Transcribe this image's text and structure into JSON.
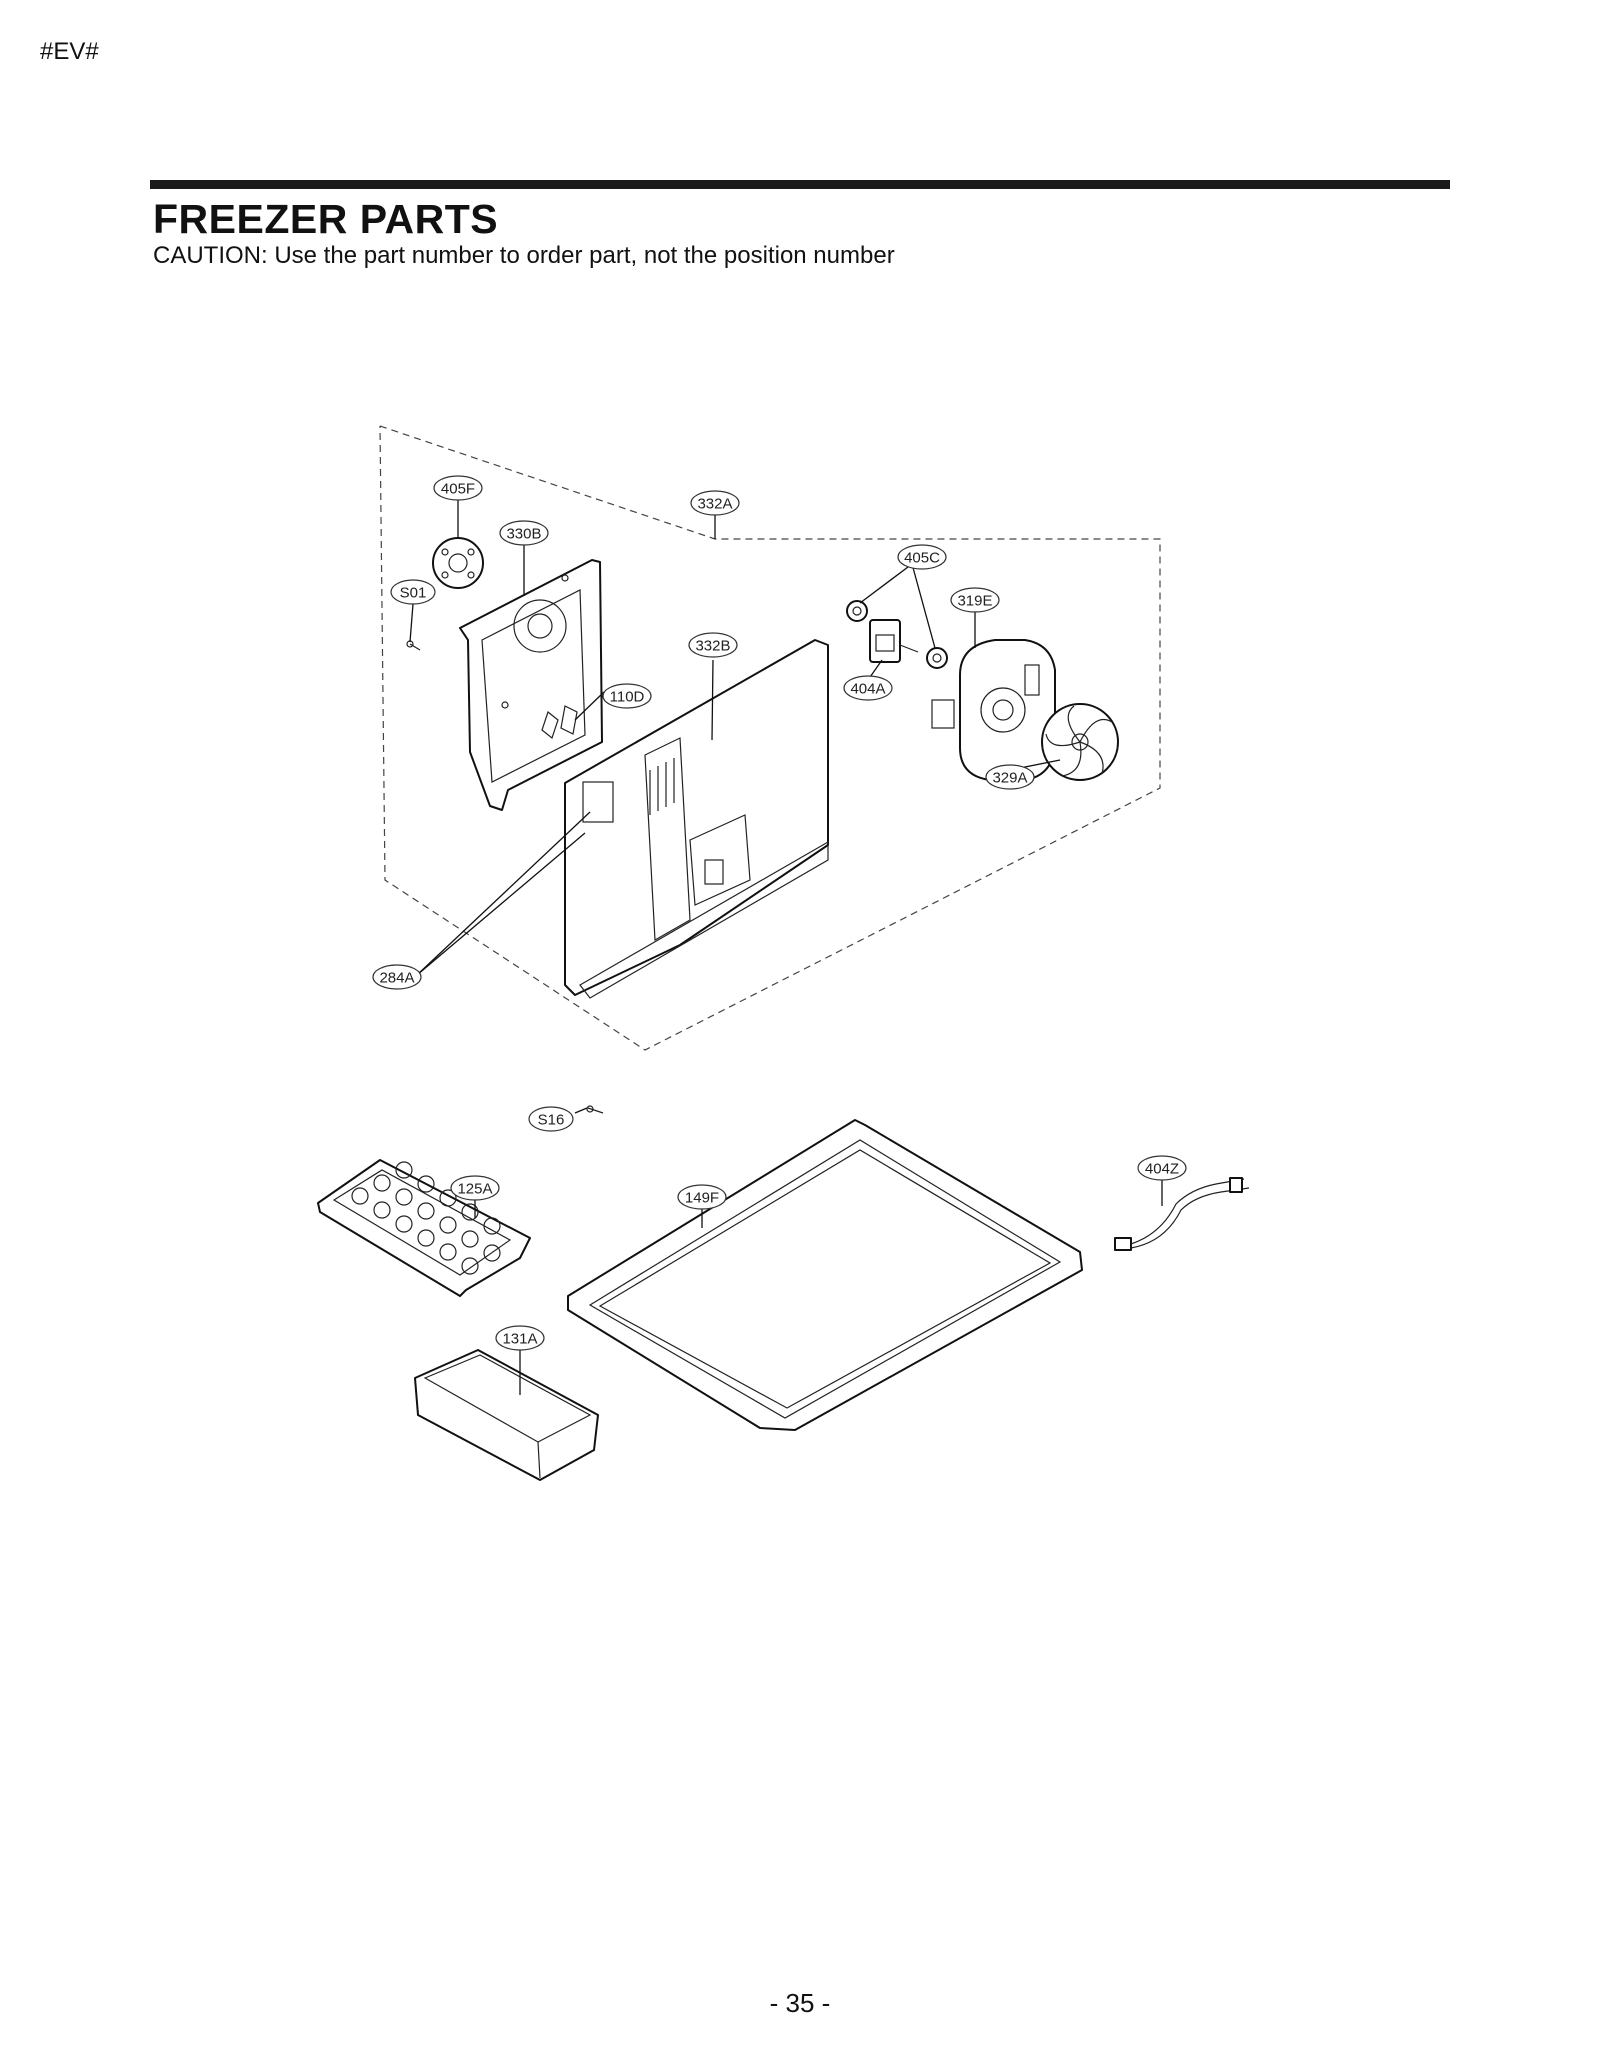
{
  "header": {
    "doc_id": "#EV#",
    "title": "FREEZER PARTS",
    "caution": "CAUTION: Use the part number to order part, not the position number"
  },
  "callouts": {
    "c405F": "405F",
    "c332A": "332A",
    "c330B": "330B",
    "c405C": "405C",
    "cS01": "S01",
    "c319E": "319E",
    "c332B": "332B",
    "c404A": "404A",
    "c110D": "110D",
    "c329A": "329A",
    "c284A": "284A",
    "cS16": "S16",
    "c404Z": "404Z",
    "c125A": "125A",
    "c149F": "149F",
    "c131A": "131A"
  },
  "footer": {
    "page_number": "- 35 -"
  }
}
